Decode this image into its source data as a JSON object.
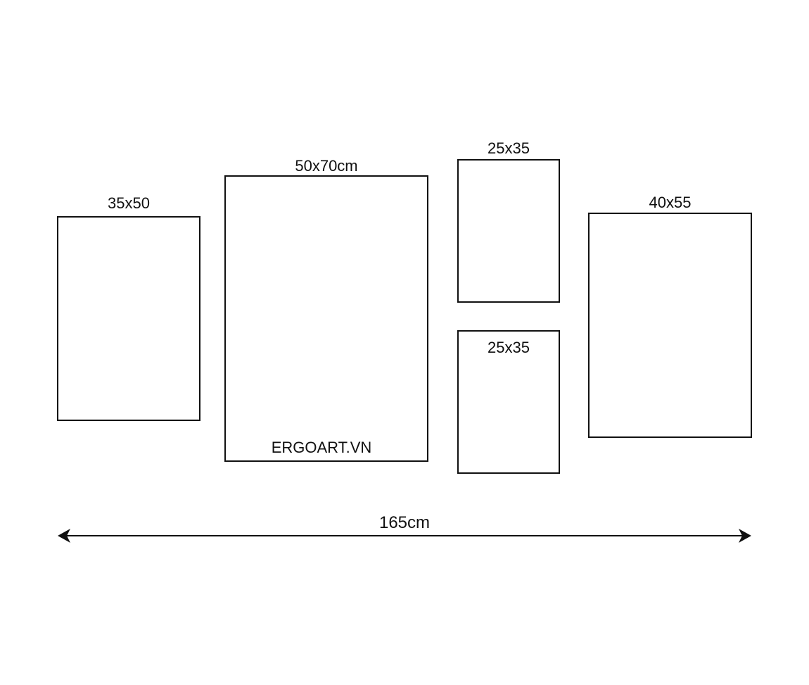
{
  "frames": [
    {
      "label": "35x50"
    },
    {
      "label": "50x70cm"
    },
    {
      "label": "25x35"
    },
    {
      "label": "25x35"
    },
    {
      "label": "40x55"
    }
  ],
  "watermark": "ERGOART.VN",
  "total_width": "165cm",
  "colors": {
    "stroke": "#111111",
    "background": "#ffffff"
  },
  "icons": {
    "left_arrow": "arrow-left-icon",
    "right_arrow": "arrow-right-icon"
  }
}
